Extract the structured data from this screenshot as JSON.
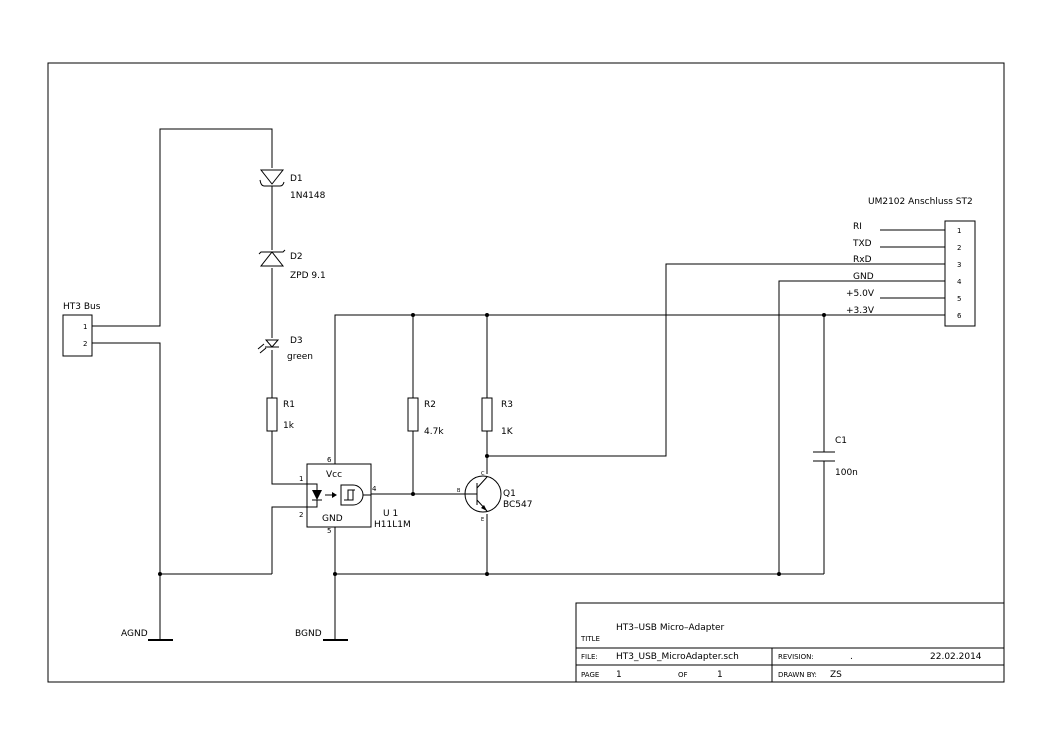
{
  "connectors": {
    "ht3": {
      "name": "HT3 Bus",
      "pins": [
        "1",
        "2"
      ]
    },
    "st2": {
      "name": "UM2102 Anschluss ST2",
      "signals": [
        "RI",
        "TXD",
        "RxD",
        "GND",
        "+5.0V",
        "+3.3V"
      ],
      "pins": [
        "1",
        "2",
        "3",
        "4",
        "5",
        "6"
      ]
    }
  },
  "parts": {
    "d1": {
      "ref": "D1",
      "value": "1N4148"
    },
    "d2": {
      "ref": "D2",
      "value": "ZPD 9.1"
    },
    "d3": {
      "ref": "D3",
      "value": "green"
    },
    "r1": {
      "ref": "R1",
      "value": "1k"
    },
    "r2": {
      "ref": "R2",
      "value": "4.7k"
    },
    "r3": {
      "ref": "R3",
      "value": "1K"
    },
    "c1": {
      "ref": "C1",
      "value": "100n"
    },
    "q1": {
      "ref": "Q1",
      "value": "BC547",
      "pin_b": "B",
      "pin_c": "C",
      "pin_e": "E"
    },
    "u1": {
      "ref": "U 1",
      "value": "H11L1M",
      "vcc": "Vcc",
      "gnd": "GND",
      "pin1": "1",
      "pin2": "2",
      "pin4": "4",
      "pin5": "5",
      "pin6": "6"
    }
  },
  "grounds": {
    "agnd": "AGND",
    "bgnd": "BGND"
  },
  "titleblock": {
    "title_label": "TITLE",
    "title": "HT3–USB Micro–Adapter",
    "file_label": "FILE:",
    "file": "HT3_USB_MicroAdapter.sch",
    "revision_label": "REVISION:",
    "revision": ".",
    "date": "22.02.2014",
    "page_label": "PAGE",
    "page": "1",
    "of_label": "OF",
    "pages": "1",
    "drawn_by_label": "DRAWN BY:",
    "drawn_by": "ZS"
  }
}
